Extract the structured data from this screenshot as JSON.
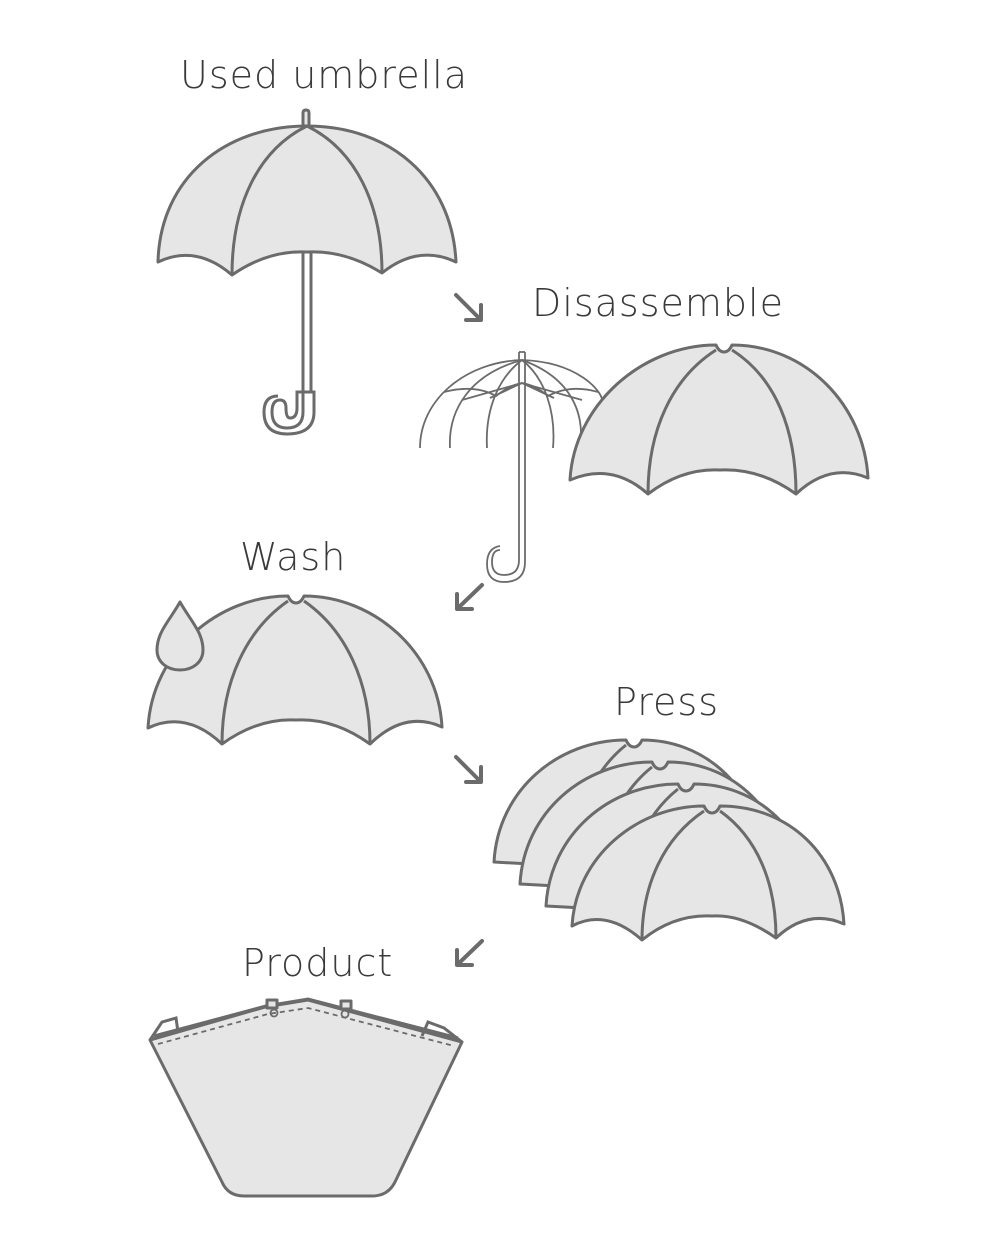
{
  "steps": {
    "used_umbrella": "Used umbrella",
    "disassemble": "Disassemble",
    "wash": "Wash",
    "press": "Press",
    "product": "Product"
  },
  "colors": {
    "fill": "#e6e6e6",
    "stroke": "#6b6b6b",
    "text": "#3a3a3a"
  },
  "icons": [
    "umbrella-icon",
    "umbrella-frame-icon",
    "canopy-icon",
    "water-drop-icon",
    "arrow-icon",
    "bag-icon"
  ]
}
